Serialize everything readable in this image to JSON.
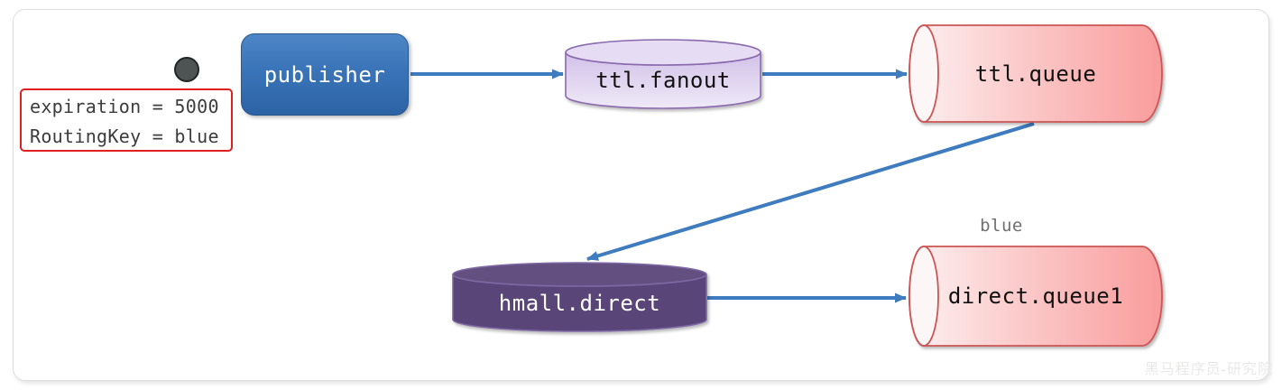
{
  "nodes": {
    "publisher": {
      "label": "publisher",
      "type": "producer"
    },
    "ttl_fanout": {
      "label": "ttl.fanout",
      "type": "exchange"
    },
    "ttl_queue": {
      "label": "ttl.queue",
      "type": "queue"
    },
    "hmall_direct": {
      "label": "hmall.direct",
      "type": "exchange"
    },
    "direct_queue1": {
      "label": "direct.queue1",
      "type": "queue",
      "routing_key_label": "blue"
    }
  },
  "annotation": {
    "lines": [
      "expiration = 5000",
      "RoutingKey = blue"
    ]
  },
  "edges": [
    {
      "from": "publisher",
      "to": "ttl.fanout"
    },
    {
      "from": "ttl.fanout",
      "to": "ttl.queue"
    },
    {
      "from": "ttl.queue",
      "to": "hmall.direct"
    },
    {
      "from": "hmall.direct",
      "to": "direct.queue1",
      "routing_key": "blue"
    }
  ],
  "watermark": "黑马程序员-研究院",
  "colors": {
    "arrow": "#3e7bbf",
    "publisher_blue": "#3a74b8",
    "queue_pink": "#f99c9c",
    "queue_border": "#cc5555",
    "exchange_lavender": "#d6c6ea",
    "exchange_lavender_border": "#8a6aae",
    "exchange_dark_purple": "#5a4578",
    "exchange_dark_border": "#7d67a3",
    "annotation_border": "#e02020"
  }
}
